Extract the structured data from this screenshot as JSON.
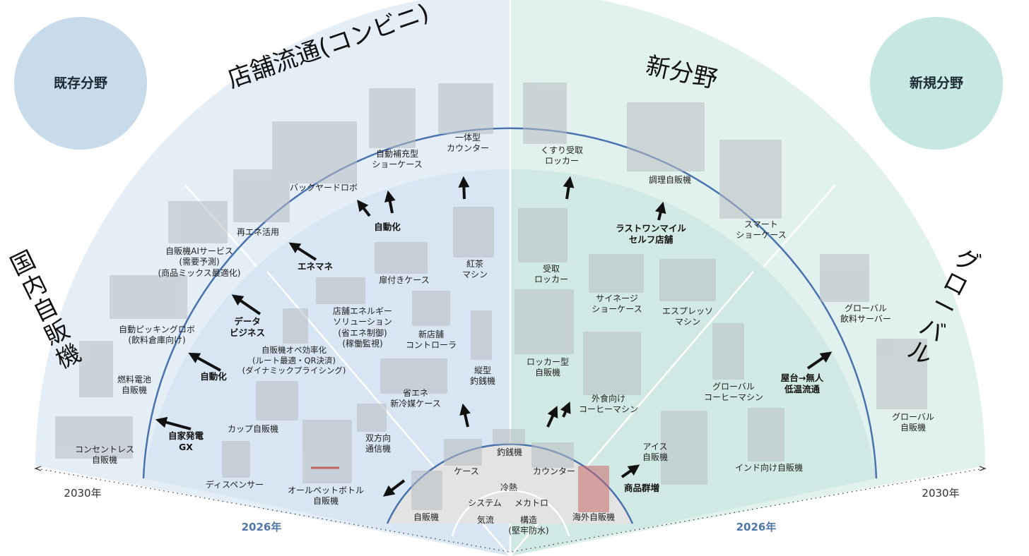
{
  "corners": {
    "existing": "既存分野",
    "new": "新規分野"
  },
  "years": {
    "outer_left": "2030年",
    "outer_right": "2030年",
    "inner_left": "2026年",
    "inner_right": "2026年"
  },
  "sectors": {
    "domestic_vending": "国内自販機",
    "store_retail": "店舗流通(コンビニ)",
    "new_field": "新分野",
    "global": "グローバル"
  },
  "core": {
    "line1": "冷熱",
    "line2a": "システム",
    "line2b": "メカトロ",
    "line3a": "気流",
    "line3b": "構造\n(堅牢防水)"
  },
  "base_products": [
    "自販機",
    "ケース",
    "釣銭機",
    "カウンター",
    "海外自販機"
  ],
  "drivers": {
    "gx": "自家発電\nGX",
    "auto1": "自動化",
    "data": "データ\nビジネス",
    "enemane": "エネマネ",
    "auto2": "自動化",
    "lastmile": "ラストワンマイル\nセルフ店舗",
    "unmanned": "屋台→無人\n低温流通",
    "product_group": "商品群増"
  },
  "items": {
    "dispenser": "ディスペンサー",
    "pet_bottle": "オールペットボトル\n自販機",
    "cup_vending": "カップ自販機",
    "opex": "自販機オペ効率化\n(ルート最適・QR決済)\n(ダイナミックプライシング)",
    "bidirectional": "双方向\n通信機",
    "energy_saving_case": "省エネ\n新冷媒ケース",
    "store_energy": "店舗エネルギー\nソリューション\n(省エネ制御)\n(稼働監視)",
    "store_controller": "新店舗\nコントローラ",
    "door_case": "扉付きケース",
    "vertical_changer": "縦型\n釣銭機",
    "tea_machine": "紅茶\nマシン",
    "receive_locker": "受取\nロッカー",
    "locker_vending": "ロッカー型\n自販機",
    "signage_case": "サイネージ\nショーケース",
    "espresso": "エスプレッソ\nマシン",
    "dining_coffee": "外食向け\nコーヒーマシン",
    "global_coffee": "グローバル\nコーヒーマシン",
    "ice_vending": "アイス\n自販機",
    "india_vending": "インド向け自販機",
    "consentless": "コンセントレス\n自販機",
    "fuel_cell": "燃料電池\n自販機",
    "picking_robot": "自動ピッキングロボ\n(飲料倉庫向け)",
    "ai_service": "自販機AIサービス\n(需要予測)\n(商品ミックス最適化)",
    "renewable": "再エネ活用",
    "backyard_robot": "バックヤードロボ",
    "auto_refill_case": "自動補充型\nショーケース",
    "integrated_counter": "一体型\nカウンター",
    "medicine_locker": "くすり受取\nロッカー",
    "cooking_vending": "調理自販機",
    "smart_case": "スマート\nショーケース",
    "global_server": "グローバル\n飲料サーバー",
    "global_vending": "グローバル\n自販機"
  },
  "colors": {
    "outer_left": "#e3eef7",
    "outer_right": "#e1f1ee",
    "middle_left": "#d7e6f2",
    "middle_right": "#d1e9e4",
    "inner_left": "#c7dbee",
    "inner_right": "#bde0d8",
    "core": "#e3e3e3",
    "arc_line": "#4a72ad",
    "corner_left": "#c7dbea",
    "corner_right": "#c7e7e2"
  }
}
